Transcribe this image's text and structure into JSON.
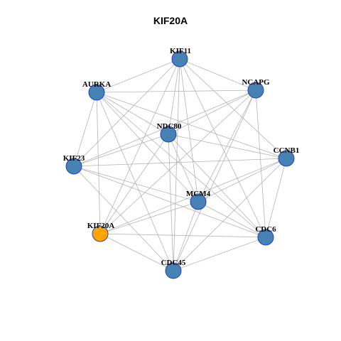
{
  "title": "KIF20A",
  "colors": {
    "node_default": "#4682B4",
    "node_focus": "#FFA500",
    "node_border": "#2A3FBF",
    "edge": "#B4B4B4"
  },
  "graph": {
    "focus": "KIF20A",
    "nodes": [
      {
        "id": "KIF11",
        "label": "KIF11"
      },
      {
        "id": "NCAPG",
        "label": "NCAPG"
      },
      {
        "id": "AURKA",
        "label": "AURKA"
      },
      {
        "id": "NDC80",
        "label": "NDC80"
      },
      {
        "id": "CCNB1",
        "label": "CCNB1"
      },
      {
        "id": "KIF23",
        "label": "KIF23"
      },
      {
        "id": "MCM4",
        "label": "MCM4"
      },
      {
        "id": "KIF20A",
        "label": "KIF20A"
      },
      {
        "id": "CDC6",
        "label": "CDC6"
      },
      {
        "id": "CDC45",
        "label": "CDC45"
      }
    ],
    "edges": [
      [
        "KIF11",
        "NCAPG"
      ],
      [
        "KIF11",
        "AURKA"
      ],
      [
        "KIF11",
        "NDC80"
      ],
      [
        "KIF11",
        "CCNB1"
      ],
      [
        "KIF11",
        "KIF23"
      ],
      [
        "KIF11",
        "MCM4"
      ],
      [
        "KIF11",
        "KIF20A"
      ],
      [
        "KIF11",
        "CDC6"
      ],
      [
        "KIF11",
        "CDC45"
      ],
      [
        "NCAPG",
        "AURKA"
      ],
      [
        "NCAPG",
        "NDC80"
      ],
      [
        "NCAPG",
        "KIF23"
      ],
      [
        "NCAPG",
        "MCM4"
      ],
      [
        "NCAPG",
        "KIF20A"
      ],
      [
        "NCAPG",
        "CDC6"
      ],
      [
        "NCAPG",
        "CDC45"
      ],
      [
        "AURKA",
        "NDC80"
      ],
      [
        "AURKA",
        "CCNB1"
      ],
      [
        "AURKA",
        "KIF23"
      ],
      [
        "AURKA",
        "MCM4"
      ],
      [
        "AURKA",
        "KIF20A"
      ],
      [
        "AURKA",
        "CDC6"
      ],
      [
        "AURKA",
        "CDC45"
      ],
      [
        "NDC80",
        "CCNB1"
      ],
      [
        "NDC80",
        "KIF23"
      ],
      [
        "NDC80",
        "MCM4"
      ],
      [
        "NDC80",
        "KIF20A"
      ],
      [
        "NDC80",
        "CDC6"
      ],
      [
        "NDC80",
        "CDC45"
      ],
      [
        "CCNB1",
        "KIF23"
      ],
      [
        "CCNB1",
        "MCM4"
      ],
      [
        "CCNB1",
        "KIF20A"
      ],
      [
        "CCNB1",
        "CDC6"
      ],
      [
        "CCNB1",
        "CDC45"
      ],
      [
        "KIF23",
        "MCM4"
      ],
      [
        "KIF23",
        "CDC6"
      ],
      [
        "KIF23",
        "CDC45"
      ],
      [
        "MCM4",
        "KIF20A"
      ],
      [
        "MCM4",
        "CDC6"
      ],
      [
        "MCM4",
        "CDC45"
      ],
      [
        "KIF20A",
        "CDC6"
      ],
      [
        "KIF20A",
        "CDC45"
      ],
      [
        "CDC6",
        "CDC45"
      ]
    ]
  }
}
